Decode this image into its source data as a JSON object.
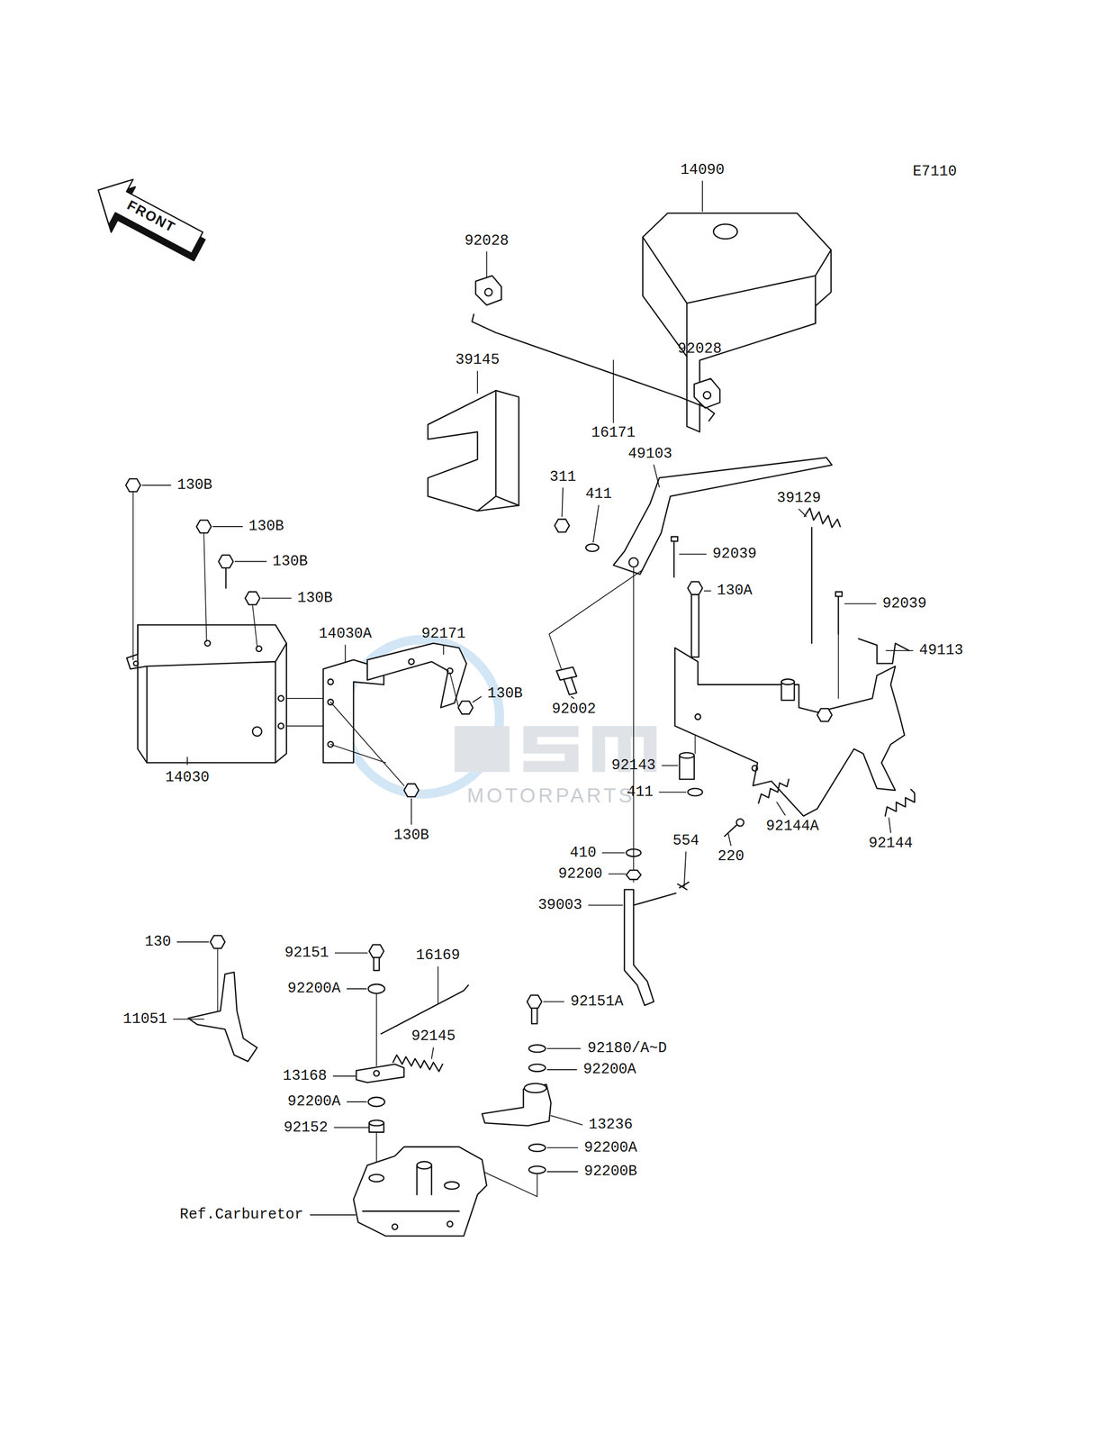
{
  "diagram": {
    "labels": [
      "E7110",
      "14090",
      "FRONT",
      "92028",
      "92028",
      "39145",
      "16171",
      "49103",
      "130B",
      "311",
      "411",
      "39129",
      "130B",
      "130B",
      "130B",
      "92039",
      "130A",
      "92039",
      "14030A",
      "92171",
      "130B",
      "49113",
      "92002",
      "14030",
      "92143",
      "411",
      "130B",
      "92144A",
      "92144",
      "554",
      "220",
      "410",
      "92200",
      "39003",
      "130",
      "92151",
      "16169",
      "11051",
      "92151A",
      "92200A",
      "92145",
      "92180/A~D",
      "92200A",
      "13168",
      "92200A",
      "13236",
      "92152",
      "92200A",
      "92200B",
      "Ref.Carburetor",
      "MOTORPARTS"
    ]
  }
}
